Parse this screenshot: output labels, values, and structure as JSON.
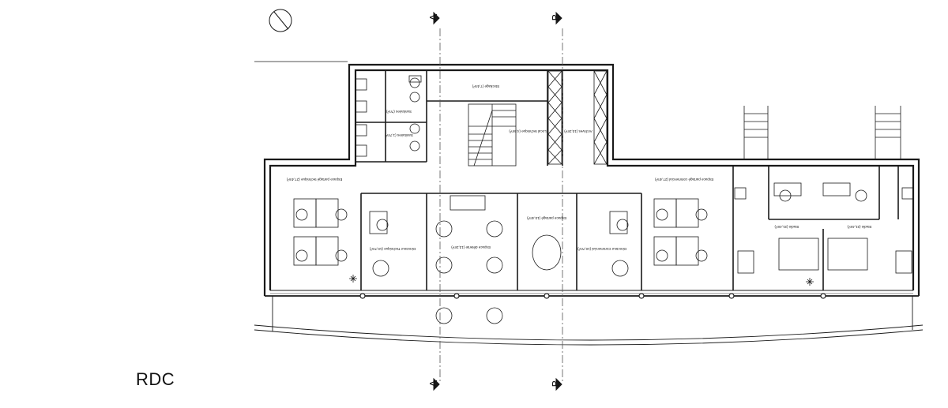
{
  "level": {
    "name": "RDC"
  },
  "section_markers": {
    "a": "A",
    "b": "B"
  },
  "rooms": {
    "sanitaires_1": "Sanitaires (1,7m²)",
    "sanitaires_2": "Sanitaires (7m²)",
    "stockage": "Stockage (7,4m²)",
    "local_technique": "Local technique (4,5m²)",
    "archives": "Archives (10,2m²)",
    "espace_partage_technique": "Espace partagé technique (27,4m²)",
    "espace_partage_commercial": "Espace partagé commercial (27,4m²)",
    "directeur_technique": "Directeur Technique (10,7m²)",
    "espace_detente": "Espace détente (13,2m²)",
    "espace_partage_accueil": "Espace partagé (10,4m²)",
    "directeur_commercial": "Directeur Commercial (10,7m²)",
    "studio_1": "Studio (21,4m²)",
    "studio_2": "Studio (21,4m²)"
  },
  "colors": {
    "line": "#1a1a1a",
    "grid": "#555555"
  }
}
